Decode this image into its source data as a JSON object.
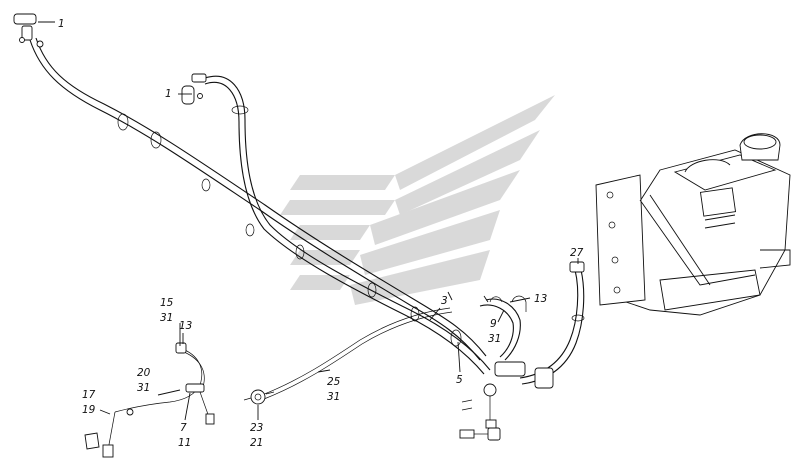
{
  "callouts": [
    {
      "id": "c1a",
      "text": "1"
    },
    {
      "id": "c1b",
      "text": "1"
    },
    {
      "id": "c3",
      "text": "3"
    },
    {
      "id": "c5",
      "text": "5"
    },
    {
      "id": "c13a",
      "text": "13"
    },
    {
      "id": "c9",
      "text": "9"
    },
    {
      "id": "c31a",
      "text": "31"
    },
    {
      "id": "c27",
      "text": "27"
    },
    {
      "id": "c15",
      "text": "15"
    },
    {
      "id": "c31b",
      "text": "31"
    },
    {
      "id": "c13b",
      "text": "13"
    },
    {
      "id": "c20",
      "text": "20"
    },
    {
      "id": "c31c",
      "text": "31"
    },
    {
      "id": "c17",
      "text": "17"
    },
    {
      "id": "c19",
      "text": "19"
    },
    {
      "id": "c7",
      "text": "7"
    },
    {
      "id": "c11",
      "text": "11"
    },
    {
      "id": "c23",
      "text": "23"
    },
    {
      "id": "c21",
      "text": "21"
    },
    {
      "id": "c25",
      "text": "25"
    },
    {
      "id": "c31d",
      "text": "31"
    }
  ]
}
